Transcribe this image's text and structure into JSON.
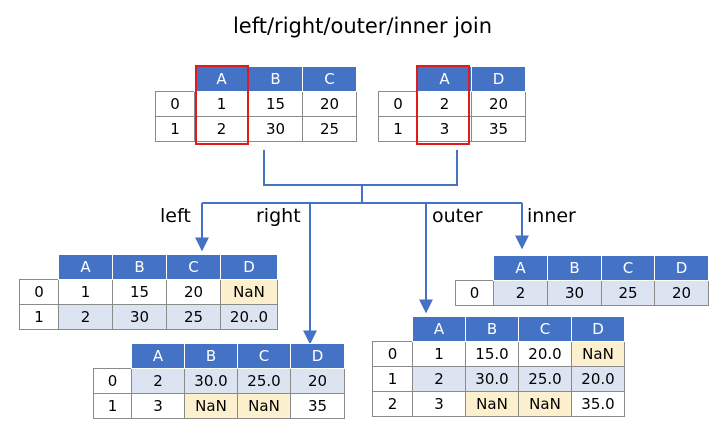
{
  "title": "left/right/outer/inner join",
  "colors": {
    "header": "#4472c4",
    "stripe": "#dce3f1",
    "nan_cell": "#fdf0cf",
    "highlight": "#e31a1c",
    "connector": "#4472c4"
  },
  "source_tables": {
    "left": {
      "columns": [
        "A",
        "B",
        "C"
      ],
      "rows": [
        {
          "index": "0",
          "cells": [
            "1",
            "15",
            "20"
          ]
        },
        {
          "index": "1",
          "cells": [
            "2",
            "30",
            "25"
          ]
        }
      ]
    },
    "right": {
      "columns": [
        "A",
        "D"
      ],
      "rows": [
        {
          "index": "0",
          "cells": [
            "2",
            "20"
          ]
        },
        {
          "index": "1",
          "cells": [
            "3",
            "35"
          ]
        }
      ]
    }
  },
  "join_labels": {
    "left": "left",
    "right": "right",
    "outer": "outer",
    "inner": "inner"
  },
  "result_tables": {
    "left": {
      "columns": [
        "A",
        "B",
        "C",
        "D"
      ],
      "rows": [
        {
          "index": "0",
          "cells": [
            "1",
            "15",
            "20",
            "NaN"
          ]
        },
        {
          "index": "1",
          "cells": [
            "2",
            "30",
            "25",
            "20..0"
          ]
        }
      ]
    },
    "right": {
      "columns": [
        "A",
        "B",
        "C",
        "D"
      ],
      "rows": [
        {
          "index": "0",
          "cells": [
            "2",
            "30.0",
            "25.0",
            "20"
          ]
        },
        {
          "index": "1",
          "cells": [
            "3",
            "NaN",
            "NaN",
            "35"
          ]
        }
      ]
    },
    "outer": {
      "columns": [
        "A",
        "B",
        "C",
        "D"
      ],
      "rows": [
        {
          "index": "0",
          "cells": [
            "1",
            "15.0",
            "20.0",
            "NaN"
          ]
        },
        {
          "index": "1",
          "cells": [
            "2",
            "30.0",
            "25.0",
            "20.0"
          ]
        },
        {
          "index": "2",
          "cells": [
            "3",
            "NaN",
            "NaN",
            "35.0"
          ]
        }
      ]
    },
    "inner": {
      "columns": [
        "A",
        "B",
        "C",
        "D"
      ],
      "rows": [
        {
          "index": "0",
          "cells": [
            "2",
            "30",
            "25",
            "20"
          ]
        }
      ]
    }
  }
}
